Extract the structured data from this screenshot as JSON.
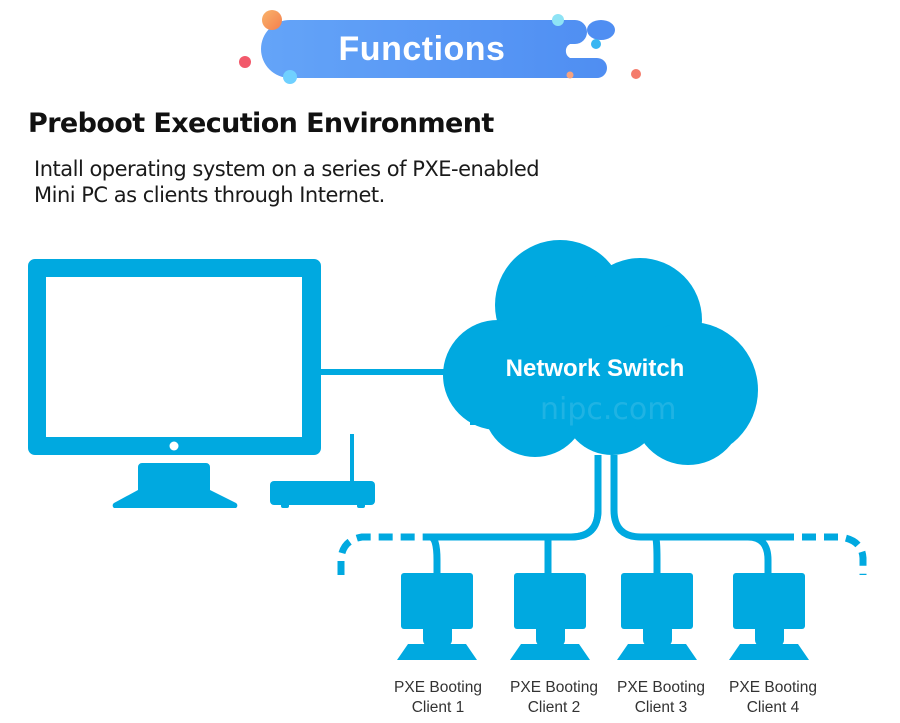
{
  "banner": {
    "title": "Functions",
    "colors": {
      "primary": "#5b9cf6",
      "accent_orange": "#f7a05c",
      "accent_red": "#f2596b",
      "accent_cyan": "#66cfff"
    }
  },
  "heading": "Preboot Execution Environment",
  "description": {
    "line1": "Intall operating system on a series of PXE-enabled",
    "line2": "Mini PC as clients through Internet."
  },
  "diagram": {
    "color": "#00a9e0",
    "server": {
      "label": "server-monitor"
    },
    "router": {
      "label": "router"
    },
    "cloud": {
      "label": "Network Switch"
    },
    "watermark": "nipc.com",
    "clients": [
      {
        "line1": "PXE Booting",
        "line2": "Client 1"
      },
      {
        "line1": "PXE Booting",
        "line2": "Client 2"
      },
      {
        "line1": "PXE Booting",
        "line2": "Client 3"
      },
      {
        "line1": "PXE Booting",
        "line2": "Client 4"
      }
    ]
  }
}
